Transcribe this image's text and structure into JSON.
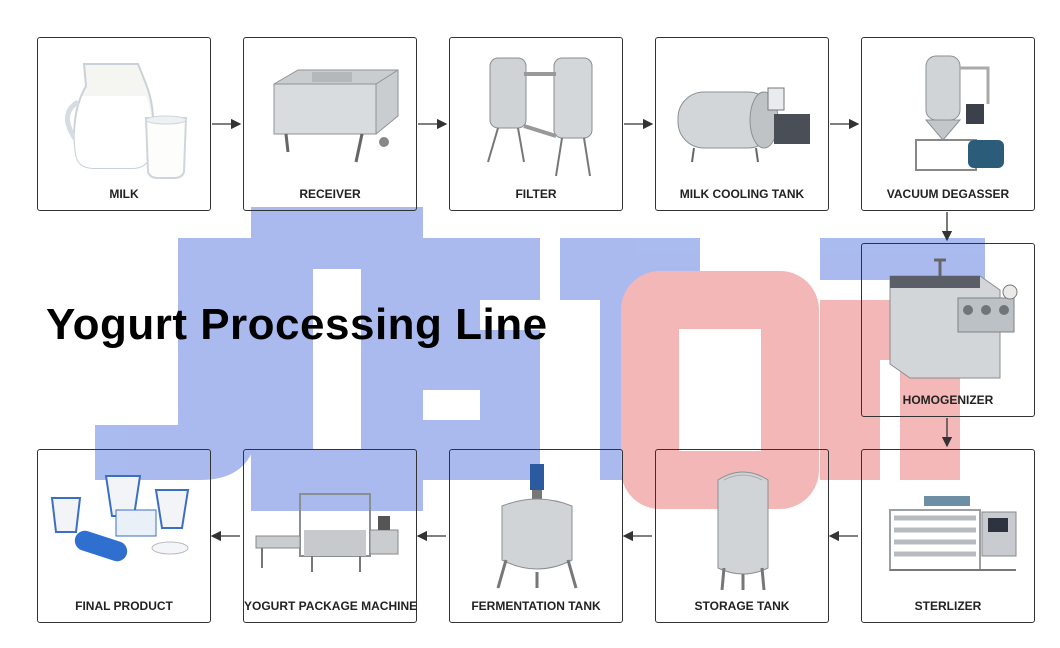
{
  "diagram": {
    "title": "Yogurt Processing Line",
    "watermark": "JOSTON",
    "colors": {
      "watermark_blue": "#8ea4ea",
      "watermark_red": "#f0a0a0",
      "border": "#333333",
      "arrow": "#333333"
    },
    "steps": [
      {
        "label": "MILK",
        "icon": "milk-jug-icon"
      },
      {
        "label": "RECEIVER",
        "icon": "receiver-tank-icon"
      },
      {
        "label": "FILTER",
        "icon": "twin-filter-icon"
      },
      {
        "label": "MILK COOLING TANK",
        "icon": "cooling-tank-icon"
      },
      {
        "label": "VACUUM DEGASSER",
        "icon": "degasser-icon"
      },
      {
        "label": "HOMOGENIZER",
        "icon": "homogenizer-icon"
      },
      {
        "label": "STERLIZER",
        "icon": "sterilizer-icon"
      },
      {
        "label": "STORAGE TANK",
        "icon": "storage-tank-icon"
      },
      {
        "label": "FERMENTATION TANK",
        "icon": "fermentation-tank-icon"
      },
      {
        "label": "YOGURT PACKAGE MACHINE",
        "icon": "package-machine-icon"
      },
      {
        "label": "FINAL PRODUCT",
        "icon": "yogurt-cups-icon"
      }
    ]
  }
}
